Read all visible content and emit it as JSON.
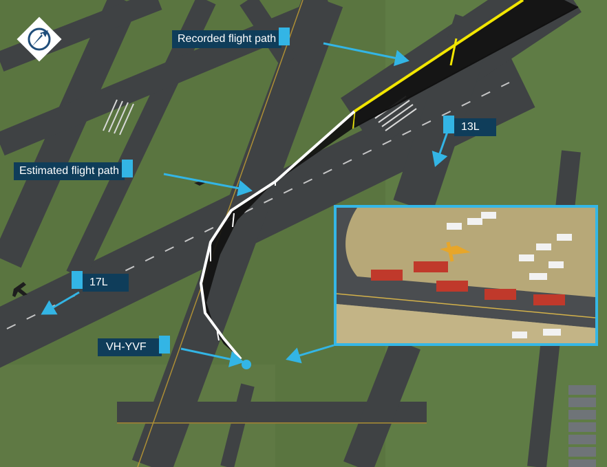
{
  "labels": {
    "recorded_path": "Recorded flight path",
    "estimated_path": "Estimated flight path",
    "runway_13l": "13L",
    "runway_17l": "17L",
    "aircraft": "VH-YVF"
  },
  "icons": {
    "compass": "north-arrow-icon",
    "aircraft_position": "aircraft-final-position-marker"
  },
  "colors": {
    "callout_bg": "#0f3d5a",
    "callout_tab": "#33b5e5",
    "leader_arrow": "#33b5e5",
    "recorded_path": "#f2e600",
    "estimated_path": "#ffffff",
    "inset_border": "#35b7e6",
    "grass": "#55703a",
    "pavement": "#3f4244"
  }
}
